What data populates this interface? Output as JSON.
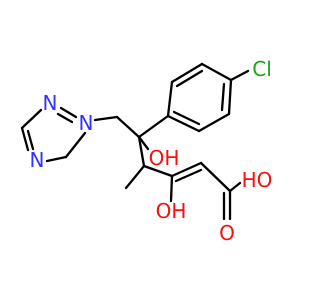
{
  "colors": {
    "carbon_bond": "#000000",
    "nitrogen": "#3333ff",
    "oxygen": "#ff0d0d",
    "chlorine": "#1fa01f"
  },
  "atoms": {
    "triazole_n1": "N",
    "triazole_n2": "N",
    "triazole_n4": "N",
    "chlorine": "Cl",
    "hydroxyl_tertiary": "OH",
    "enol_hydroxyl": "OH",
    "acid_hydroxyl": "HO",
    "acid_carbonyl": "O"
  }
}
